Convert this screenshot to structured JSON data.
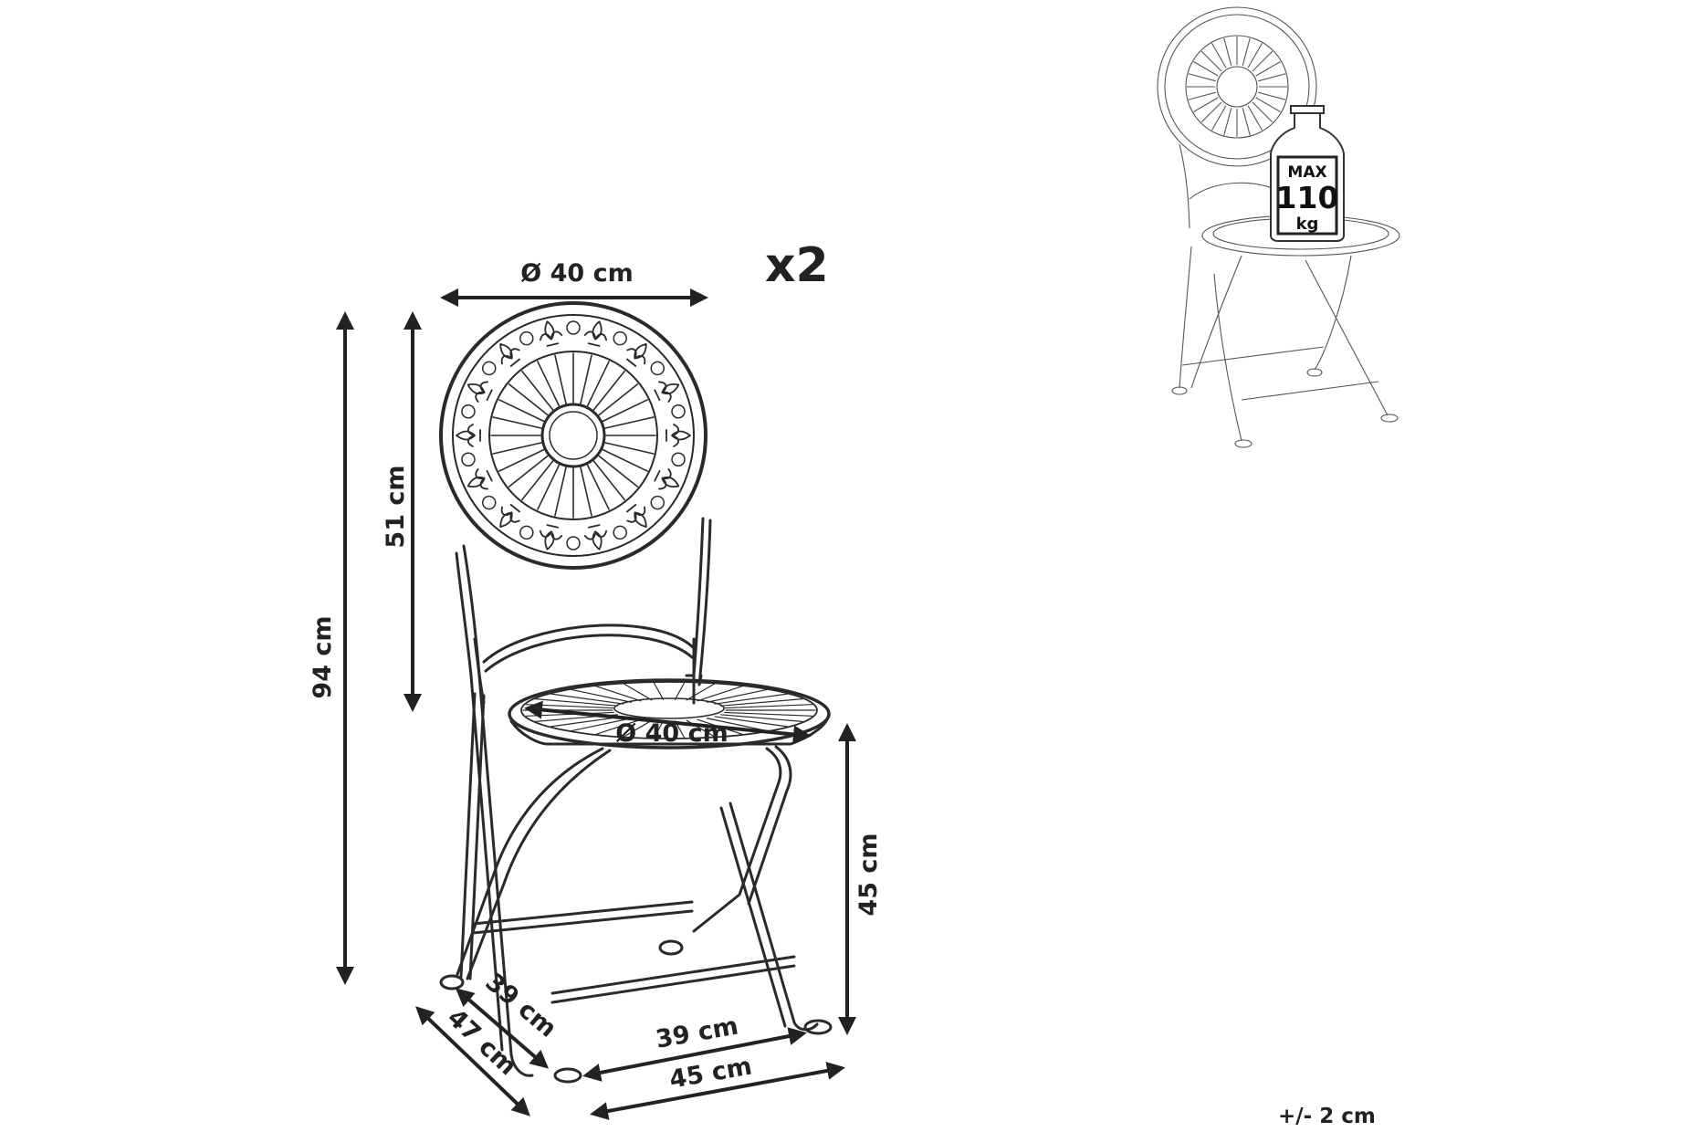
{
  "quantity": "x2",
  "dimensions": {
    "backrest_diameter": "Ø 40 cm",
    "seat_diameter": "Ø 40 cm",
    "total_height": "94 cm",
    "backrest_height": "51 cm",
    "seat_height": "45 cm",
    "depth_inner": "39 cm",
    "depth_outer": "47 cm",
    "width_inner": "39 cm",
    "width_outer": "45 cm"
  },
  "load": {
    "max_label": "MAX",
    "value": "110",
    "unit": "kg"
  },
  "tolerance": "+/- 2 cm",
  "colors": {
    "line": "#2a2a2a",
    "background": "#ffffff"
  }
}
